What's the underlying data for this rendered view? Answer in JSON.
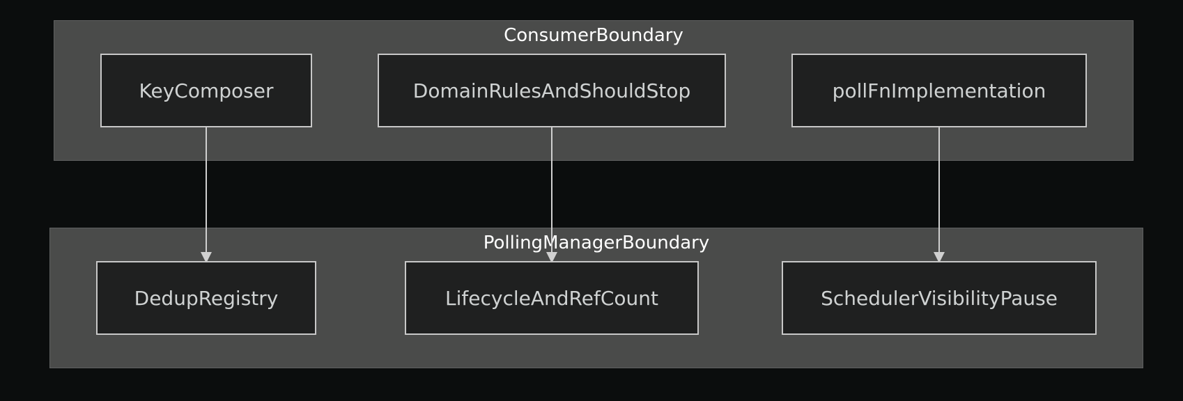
{
  "diagram": {
    "clusters": [
      {
        "id": "consumer",
        "title": "ConsumerBoundary",
        "nodes": [
          {
            "id": "keycomposer",
            "label": "KeyComposer"
          },
          {
            "id": "domainrules",
            "label": "DomainRulesAndShouldStop"
          },
          {
            "id": "pollfn",
            "label": "pollFnImplementation"
          }
        ]
      },
      {
        "id": "pollingmanager",
        "title": "PollingManagerBoundary",
        "nodes": [
          {
            "id": "dedup",
            "label": "DedupRegistry"
          },
          {
            "id": "lifecycle",
            "label": "LifecycleAndRefCount"
          },
          {
            "id": "scheduler",
            "label": "SchedulerVisibilityPause"
          }
        ]
      }
    ],
    "edges": [
      {
        "from": "KeyComposer",
        "to": "DedupRegistry"
      },
      {
        "from": "DomainRulesAndShouldStop",
        "to": "LifecycleAndRefCount"
      },
      {
        "from": "pollFnImplementation",
        "to": "SchedulerVisibilityPause"
      }
    ],
    "colors": {
      "background": "#0b0d0d",
      "cluster_fill": "#4a4b4a",
      "node_fill": "#1f2020",
      "node_border": "#c8c8c8",
      "edge": "#d0d0d0"
    }
  }
}
